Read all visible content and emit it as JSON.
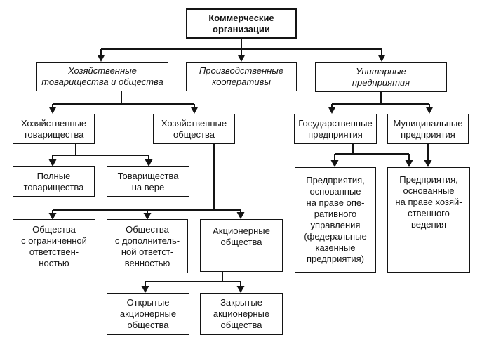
{
  "diagram_title": "Коммерческие организации",
  "colors": {
    "line": "#141414",
    "box_border": "#141414",
    "text": "#141414",
    "background": "#ffffff"
  },
  "nodes": {
    "commercial_orgs": {
      "label": [
        "Коммерческие",
        "организации"
      ]
    },
    "business_partnerships_and_companies": {
      "label": [
        "Хозяйственные",
        "товарищества и общества"
      ]
    },
    "production_cooperatives": {
      "label": [
        "Производственные",
        "кооперативы"
      ]
    },
    "unitary_enterprises": {
      "label": [
        "Унитарные",
        "предприятия"
      ]
    },
    "business_partnerships": {
      "label": [
        "Хозяйственные",
        "товарищества"
      ]
    },
    "business_companies": {
      "label": [
        "Хозяйственные",
        "общества"
      ]
    },
    "state_enterprises": {
      "label": [
        "Государственные",
        "предприятия"
      ]
    },
    "municipal_enterprises": {
      "label": [
        "Муниципальные",
        "предприятия"
      ]
    },
    "general_partnerships": {
      "label": [
        "Полные",
        "товарищества"
      ]
    },
    "limited_partnerships": {
      "label": [
        "Товарищества",
        "на вере"
      ]
    },
    "limited_liability_companies": {
      "label": [
        "Общества",
        "с ограниченной",
        "ответствен-",
        "ностью"
      ]
    },
    "additional_liability_companies": {
      "label": [
        "Общества",
        "с дополнитель-",
        "ной ответст-",
        "венностью"
      ]
    },
    "joint_stock_companies": {
      "label": [
        "Акционерные",
        "общества"
      ]
    },
    "operational_management_enterprises": {
      "label": [
        "Предприятия,",
        "основанные",
        "на праве опе-",
        "ративного",
        "управления",
        "(федеральные",
        "казенные",
        "предприятия)"
      ]
    },
    "economic_management_enterprises": {
      "label": [
        "Предприятия,",
        "основанные",
        "на праве хозяй-",
        "ственного",
        "ведения"
      ]
    },
    "open_joint_stock": {
      "label": [
        "Открытые",
        "акционерные",
        "общества"
      ]
    },
    "closed_joint_stock": {
      "label": [
        "Закрытые",
        "акционерные",
        "общества"
      ]
    }
  }
}
